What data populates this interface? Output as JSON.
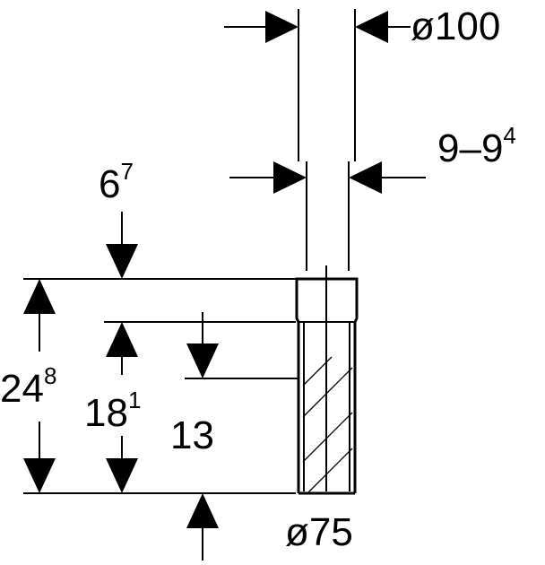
{
  "dimensions": {
    "outer_diameter_top": "ø100",
    "wall_range_main": "9–9",
    "wall_range_sup": "4",
    "socket_depth_main": "6",
    "socket_depth_sup": "7",
    "total_length_main": "24",
    "total_length_sup": "8",
    "inner_length_main": "18",
    "inner_length_sup": "1",
    "insert_length": "13",
    "pipe_diameter_bottom": "ø75"
  }
}
